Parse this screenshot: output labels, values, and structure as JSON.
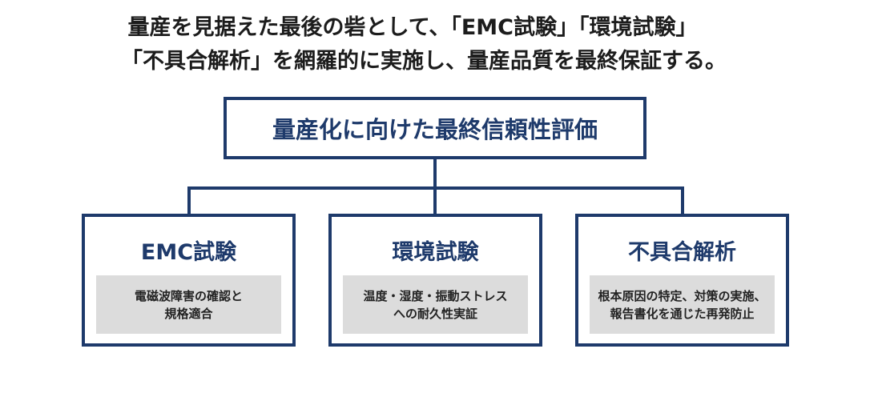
{
  "heading": {
    "line1": "量産を見据えた最後の砦として、「EMC試験」「環境試験」",
    "line2": "「不具合解析」を網羅的に実施し、量産品質を最終保証する。"
  },
  "root": {
    "title": "量産化に向けた最終信頼性評価"
  },
  "children": [
    {
      "title": "EMC試験",
      "desc_line1": "電磁波障害の確認と",
      "desc_line2": "規格適合"
    },
    {
      "title": "環境試験",
      "desc_line1": "温度・湿度・振動ストレス",
      "desc_line2": "への耐久性実証"
    },
    {
      "title": "不具合解析",
      "desc_line1": "根本原因の特定、対策の実施、",
      "desc_line2": "報告書化を通じた再発防止"
    }
  ],
  "colors": {
    "accent": "#1e3a6b",
    "desc_background": "#dcdcdc",
    "text": "#1c1c1c"
  }
}
